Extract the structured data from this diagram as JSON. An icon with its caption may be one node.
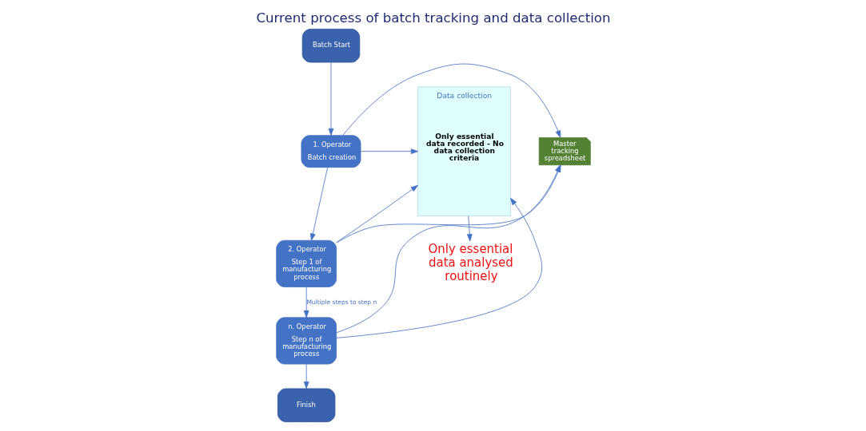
{
  "diagram": {
    "title": "Current process of batch tracking and data collection",
    "nodes": [
      {
        "text": [
          "Batch Start"
        ]
      },
      {
        "text": [
          "Master tracking spreadsheet"
        ]
      },
      {
        "text": [
          "1. Operator",
          "Batch creation"
        ]
      },
      {
        "text": [
          "Data collection",
          "Only essential data recorded - No data collection criteria"
        ]
      },
      {
        "text": [
          "2. Operator",
          "Step 1 of manufacturing process"
        ]
      },
      {
        "text": [
          "n. Operator",
          "Step n of manufacturing process"
        ]
      },
      {
        "text": [
          "Finish"
        ]
      },
      {
        "text": [
          "Only essential data analysed routinely"
        ]
      }
    ],
    "edges": [
      {
        "from": 0,
        "to": 2,
        "arrow": "to"
      },
      {
        "from": 2,
        "to": 1,
        "arrow": "to"
      },
      {
        "from": 2,
        "to": 3,
        "arrow": "to"
      },
      {
        "from": 2,
        "to": 4,
        "arrow": "to"
      },
      {
        "from": 4,
        "to": 1,
        "arrow": "to"
      },
      {
        "from": 4,
        "to": 3,
        "arrow": "to"
      },
      {
        "from": 4,
        "to": 5,
        "arrow": "to",
        "label": "Multiple steps to step n"
      },
      {
        "from": 5,
        "to": 1,
        "arrow": "to"
      },
      {
        "from": 5,
        "to": 3,
        "arrow": "to"
      },
      {
        "from": 5,
        "to": 6,
        "arrow": "to"
      },
      {
        "from": 3,
        "to": 7,
        "arrow": "to"
      }
    ]
  }
}
